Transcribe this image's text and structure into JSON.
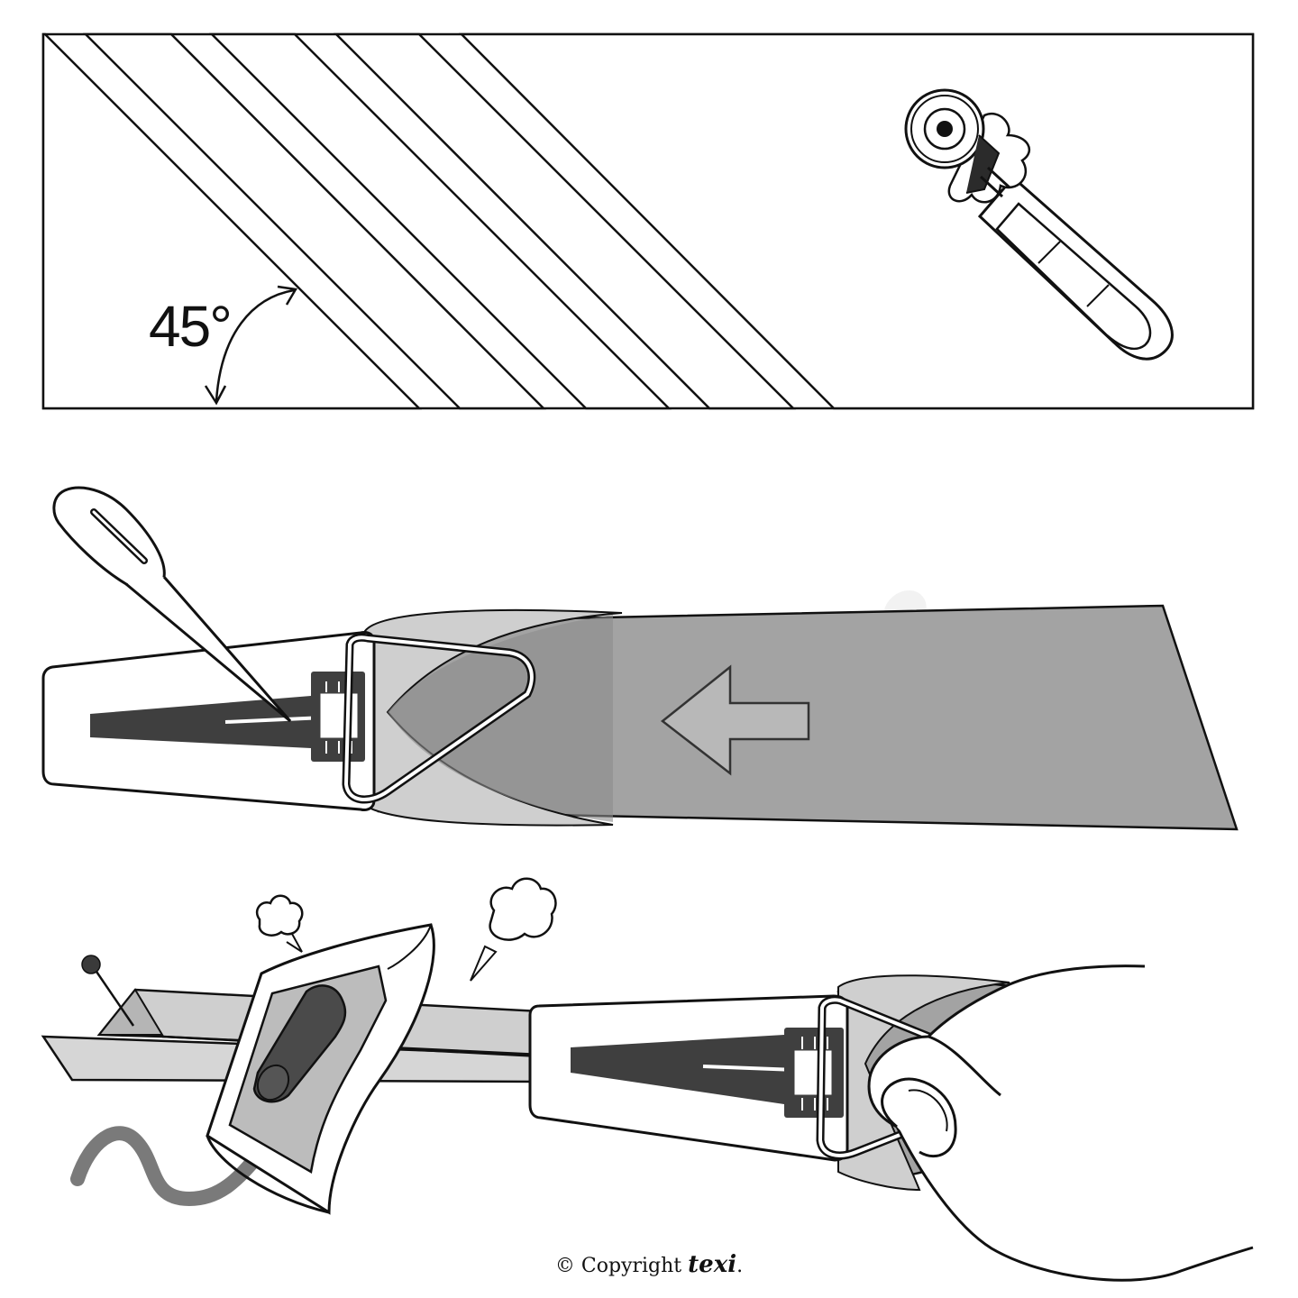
{
  "panel1": {
    "angle_label": "45°"
  },
  "footer": {
    "copyright_symbol": "©",
    "copyright_text": "Copyright",
    "brand": "texi",
    "brand_suffix": "."
  },
  "colors": {
    "fabric_gray": "#a3a3a3",
    "fabric_light": "#cfcfcf",
    "dark_metal": "#3f3f3f",
    "outline": "#111111",
    "watermark": "#eeeeee"
  }
}
